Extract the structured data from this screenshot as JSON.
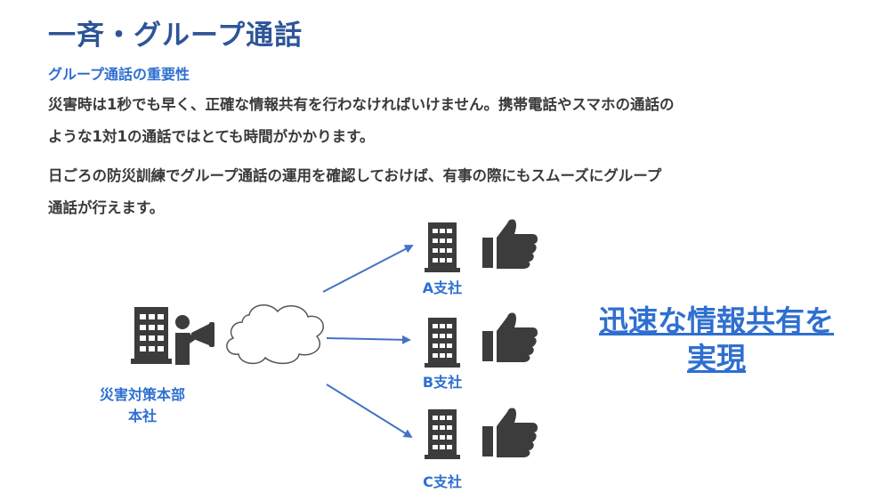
{
  "title": "一斉・グループ通話",
  "subtitle": "グループ通話の重要性",
  "body": {
    "line1": "災害時は1秒でも早く、正確な情報共有を行わなければいけません。携帯電話やスマホの通話の",
    "line2": "ような1対1の通話ではとても時間がかかります。",
    "line3": "日ごろの防災訓練でグループ通話の運用を確認しておけば、有事の際にもスムーズにグループ",
    "line4": "通話が行えます。"
  },
  "diagram": {
    "hq": {
      "label_line1": "災害対策本部",
      "label_line2": "本社"
    },
    "branches": [
      {
        "label": "A支社"
      },
      {
        "label": "B支社"
      },
      {
        "label": "C支社"
      }
    ],
    "result": {
      "line1": "迅速な情報共有を",
      "line2": "実現"
    }
  },
  "colors": {
    "title": "#2e5597",
    "accent": "#2f6fd0",
    "icon": "#3c3c3c",
    "arrow": "#4472c4"
  },
  "icons": [
    "building-icon",
    "megaphone-person-icon",
    "cloud-icon",
    "thumbs-up-icon",
    "arrow-icon"
  ]
}
